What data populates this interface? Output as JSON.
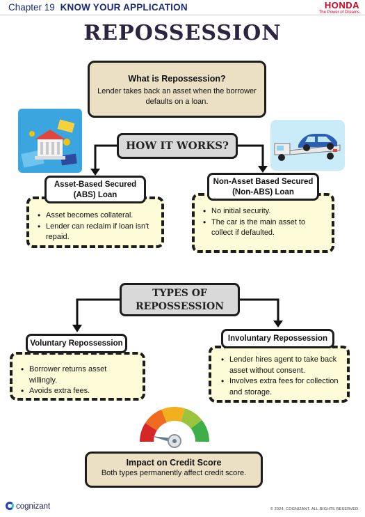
{
  "header": {
    "chapter": "Chapter 19",
    "section": "KNOW YOUR APPLICATION",
    "brand": "HONDA",
    "brand_tagline": "The Power of Dreams"
  },
  "title": "REPOSSESSION",
  "what": {
    "heading": "What is Repossession?",
    "text": "Lender takes back an asset when the borrower defaults on a loan."
  },
  "how_it_works": "HOW IT WORKS?",
  "abs": {
    "title_line1": "Asset-Based Secured",
    "title_line2": "(ABS) Loan",
    "points": [
      "Asset becomes collateral.",
      "Lender can reclaim if loan isn't repaid."
    ]
  },
  "non_abs": {
    "title_line1": "Non-Asset Based Secured",
    "title_line2": "(Non-ABS) Loan",
    "points": [
      "No initial security.",
      "The car is the main asset to collect if defaulted."
    ]
  },
  "types": {
    "line1": "TYPES OF",
    "line2": "REPOSSESSION"
  },
  "voluntary": {
    "title": "Voluntary Repossession",
    "points": [
      "Borrower returns asset willingly.",
      "Avoids extra fees."
    ]
  },
  "involuntary": {
    "title": "Involuntary Repossession",
    "points": [
      "Lender hires agent to take back asset without consent.",
      "Involves extra fees for collection and storage."
    ]
  },
  "credit": {
    "heading": "Impact on Credit Score",
    "text": "Both types permanently affect credit score."
  },
  "footer": {
    "logo": "cognizant",
    "copyright": "© 2024, COGNIZANT. ALL RIGHTS RESERVED."
  },
  "colors": {
    "beige_box": "#ebdfc4",
    "gray_box": "#d9d9d9",
    "dashed_box": "#fdfbd8",
    "title": "#2d2540",
    "header_text": "#1a2a78",
    "brand_red": "#d1001f"
  },
  "icons": [
    "bank-illustration",
    "tow-truck-illustration",
    "credit-score-gauge",
    "cognizant-logo-mark"
  ]
}
